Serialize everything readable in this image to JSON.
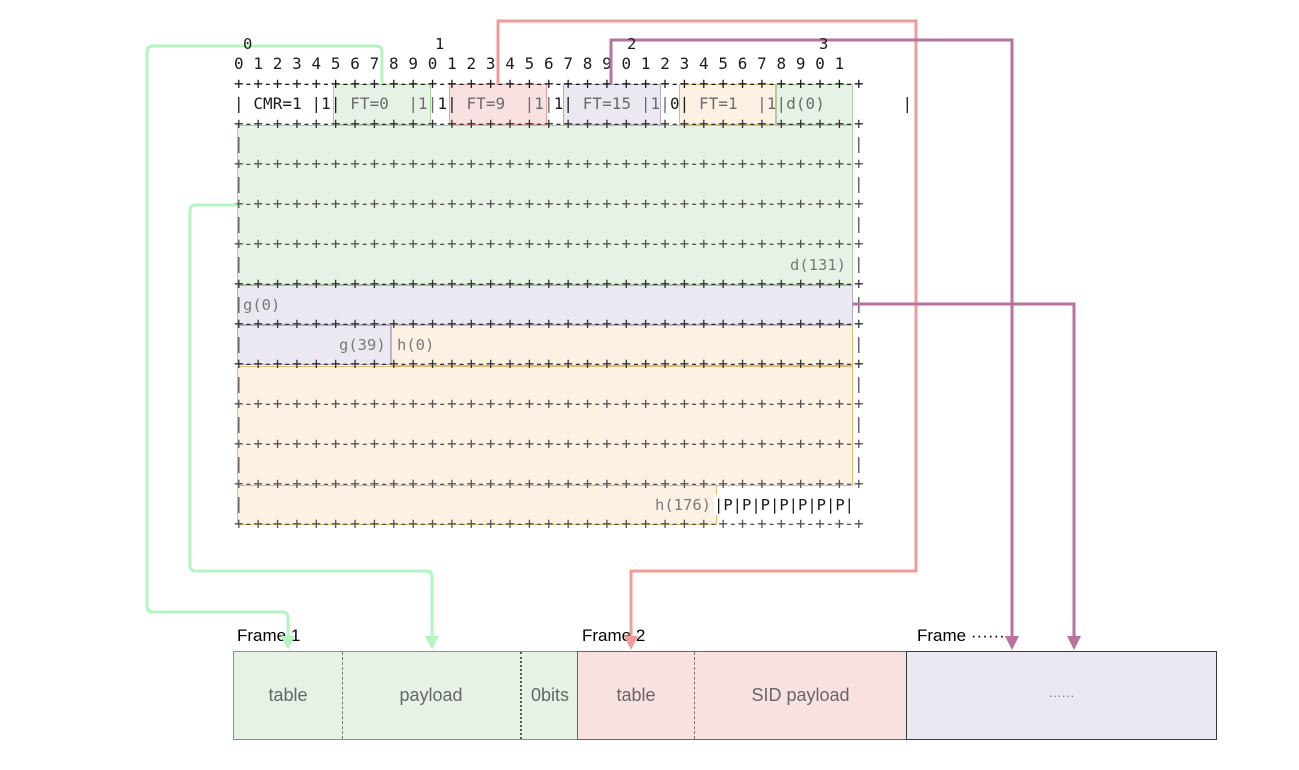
{
  "diagram": {
    "bit_ruler": {
      "tens": [
        "0",
        "1",
        "2",
        "3"
      ],
      "units": "0 1 2 3 4 5 6 7 8 9 0 1 2 3 4 5 6 7 8 9 0 1 2 3 4 5 6 7 8 9 0 1"
    },
    "header_row": {
      "cmr": "| CMR=1 |1|",
      "ft0": " FT=0  |1|",
      "mid1": "1|",
      "ft9": " FT=9  |1|",
      "mid2": "1|",
      "ft15": " FT=15 |1|",
      "mid3": "0|",
      "ft1": " FT=1  |1|",
      "d0": "d(0)"
    },
    "labels": {
      "d131": "d(131)",
      "g0": "g(0)",
      "g39": "g(39)",
      "h0": "h(0)",
      "h176": "h(176)",
      "padding": "|P|P|P|P|P|P|P|"
    },
    "colors": {
      "green": "#b3f5c0",
      "red": "#f19c99",
      "purple": "#b5739d",
      "green_fill": "#e7f2e6",
      "red_fill": "#f9e1e1",
      "purple_fill": "#ece8f2",
      "orange_fill": "#fdf1e3"
    },
    "frames": [
      {
        "title": "Frame 1",
        "segments": [
          "table",
          "payload",
          "0bits"
        ]
      },
      {
        "title": "Frame 2",
        "segments": [
          "table",
          "SID payload"
        ]
      },
      {
        "title": "Frame ······",
        "segments": [
          "······"
        ]
      }
    ]
  }
}
